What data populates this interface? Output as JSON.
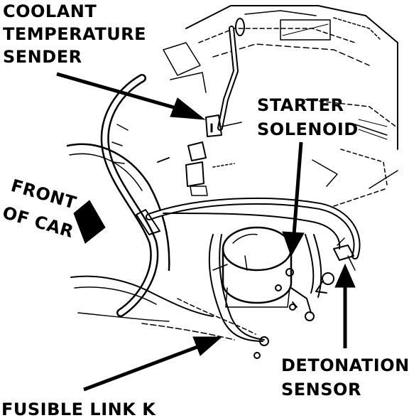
{
  "diagram": {
    "labels": {
      "coolant_line1": "COOLANT",
      "coolant_line2": "TEMPERATURE",
      "coolant_line3": "SENDER",
      "starter_line1": "STARTER",
      "starter_line2": "SOLENOID",
      "front_line1": "FRONT",
      "front_line2": "OF CAR",
      "detonation_line1": "DETONATION",
      "detonation_line2": "SENSOR",
      "fusible": "FUSIBLE LINK K"
    },
    "colors": {
      "ink": "#000000",
      "paper": "#ffffff"
    }
  }
}
